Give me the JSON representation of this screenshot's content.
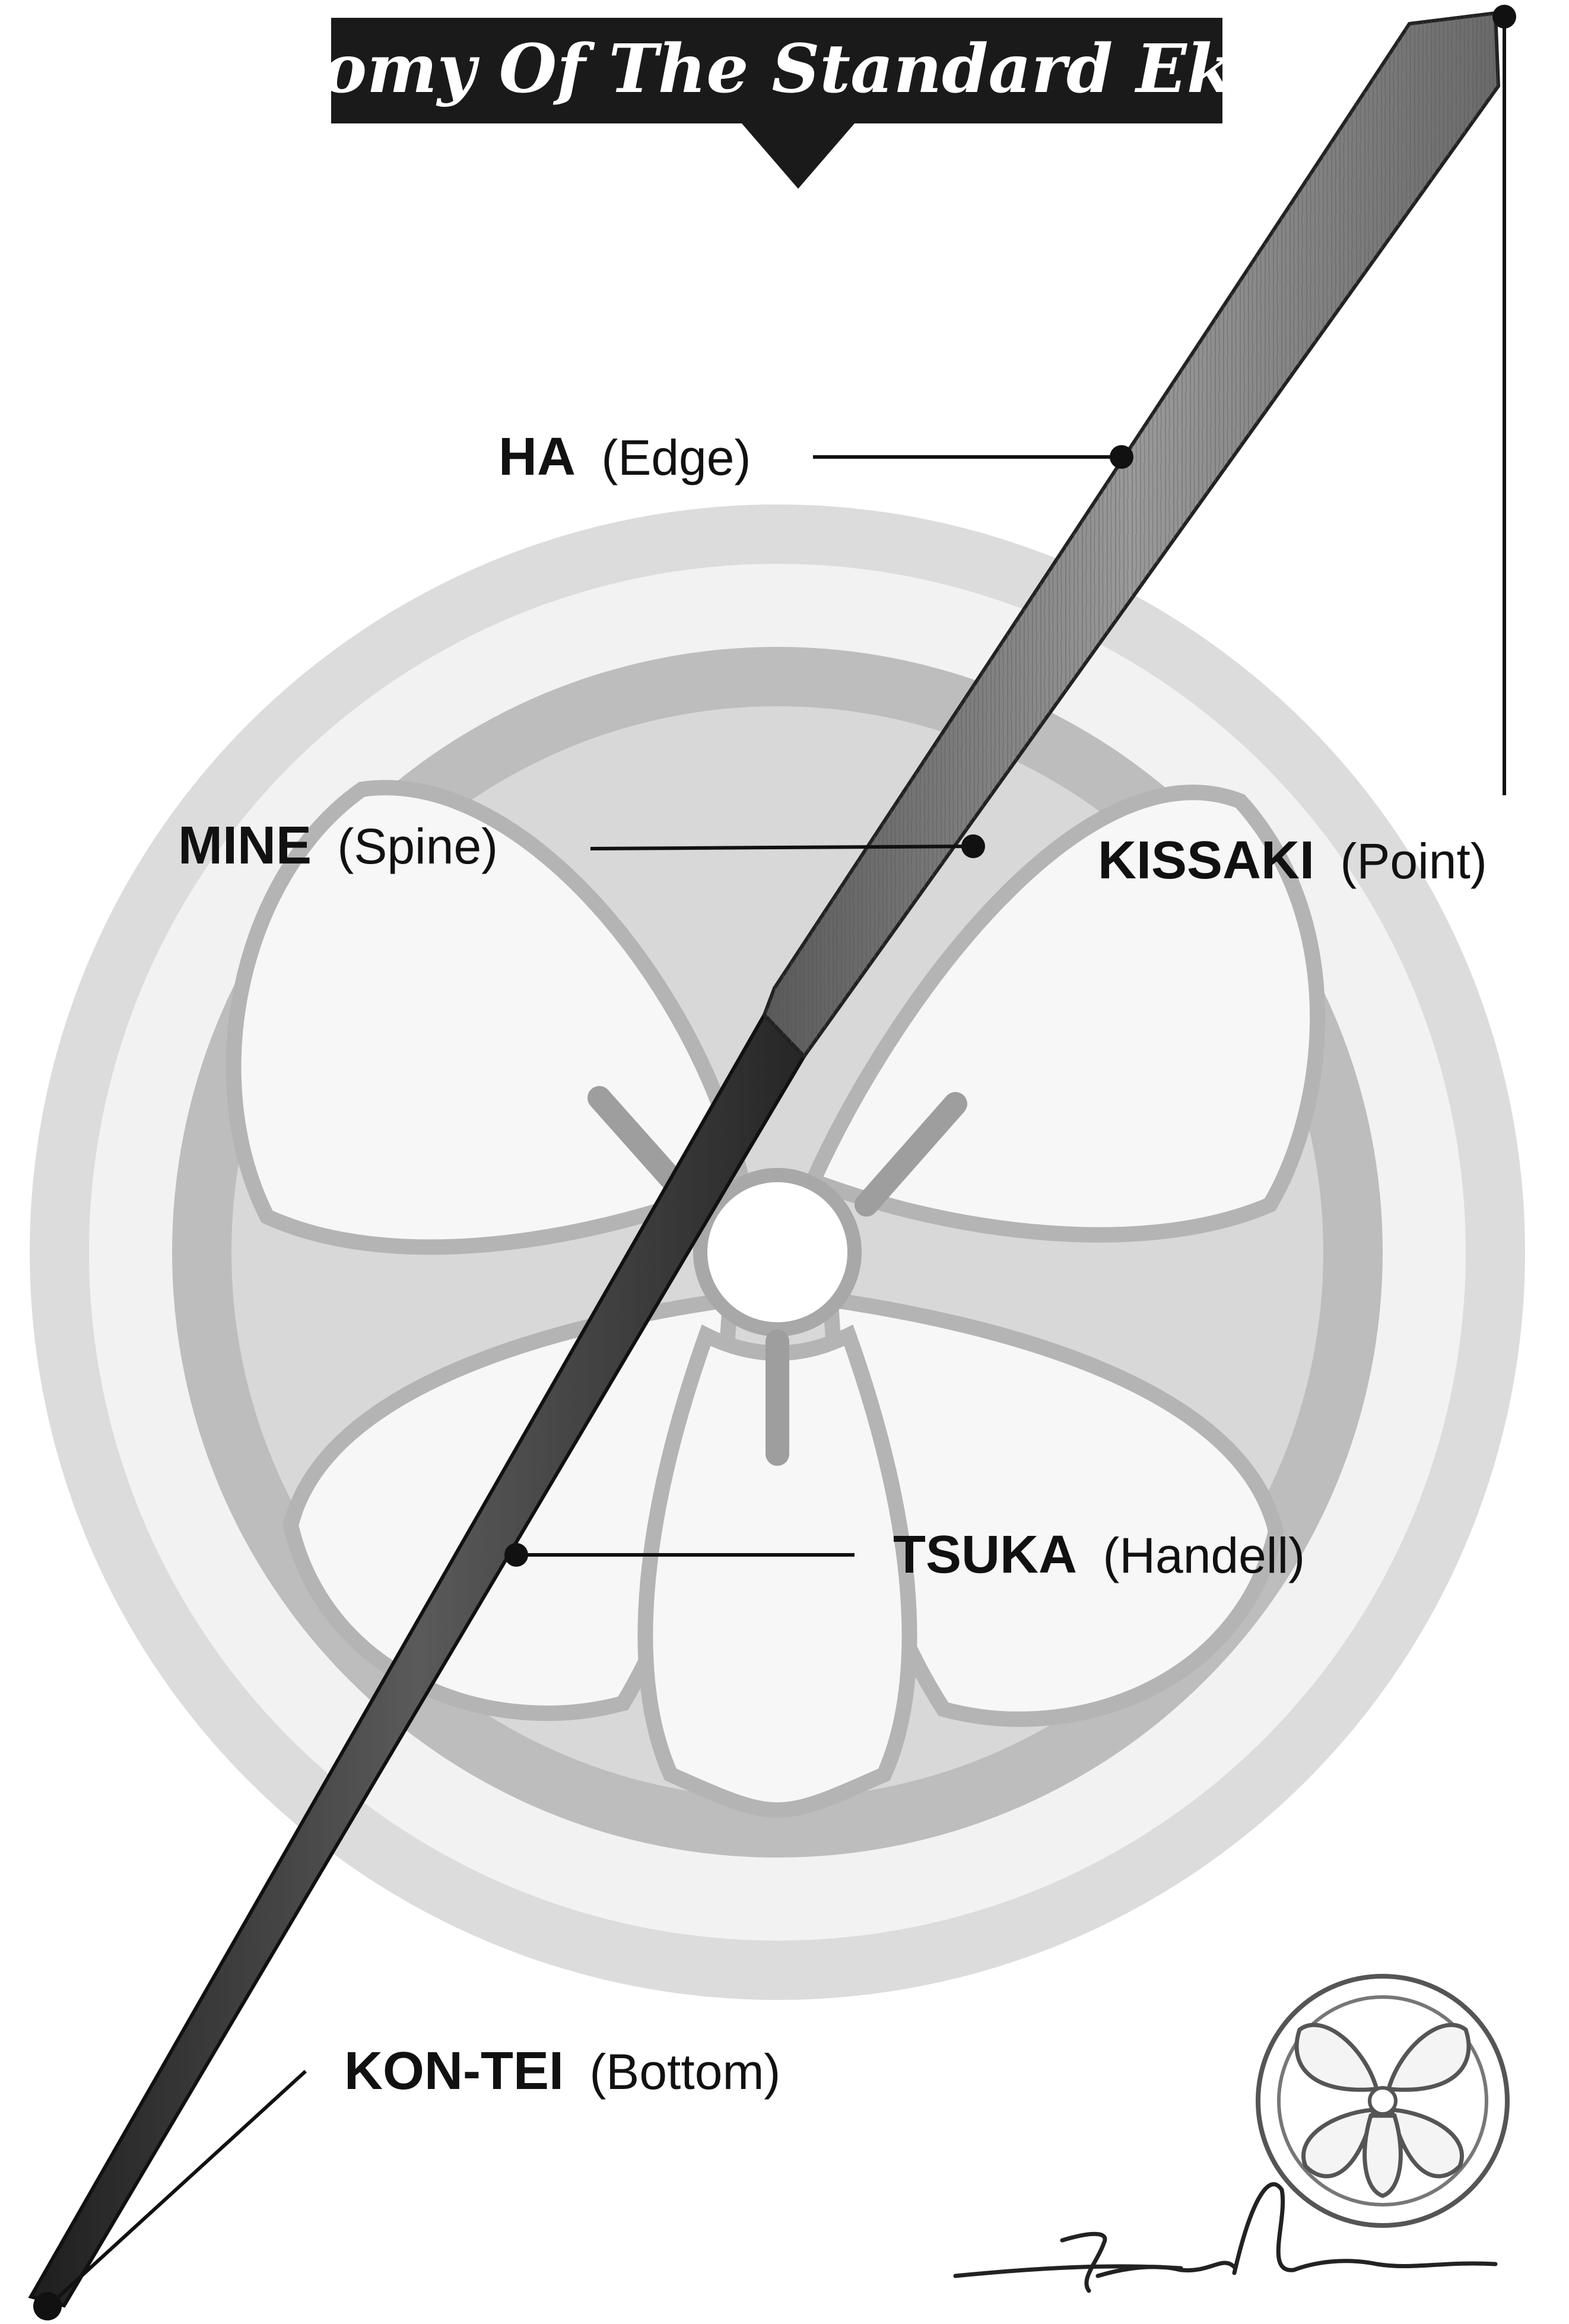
{
  "title": "Anatomy Of The Standard Eku Bo",
  "labels": {
    "ha": {
      "term": "HA",
      "meaning": "(Edge)"
    },
    "mine": {
      "term": "MINE",
      "meaning": "(Spine)"
    },
    "kissaki": {
      "term": "KISSAKI",
      "meaning": "(Point)"
    },
    "tsuka": {
      "term": "TSUKA",
      "meaning": "(Handell)"
    },
    "kontei": {
      "term": "KON-TEI",
      "meaning": "(Bottom)"
    }
  },
  "colors": {
    "banner": "#1a1a1a",
    "crest": "#c9c9c9",
    "crest_dark": "#a6a6a6",
    "oar_light": "#8c8c8c",
    "oar_dark": "#2e2e2e",
    "leader": "#111111"
  },
  "icons": {
    "crest": "kiri-crest-icon",
    "signature": "signature-icon"
  }
}
